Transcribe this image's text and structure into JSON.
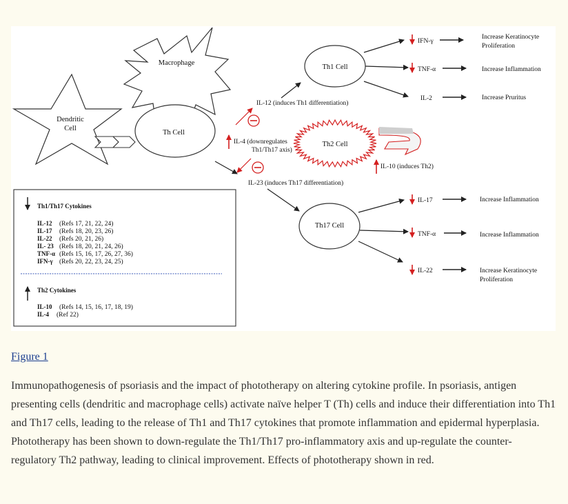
{
  "figure_link": "Figure 1",
  "caption": "Immunopathogenesis of psoriasis and the impact of phototherapy on altering cytokine profile. In psoriasis, antigen presenting cells (dendritic and macrophage cells) activate naïve helper T (Th) cells and induce their differentiation into Th1 and Th17 cells, leading to the release of Th1 and Th17 cytokines that promote inflammation and epidermal hyperplasia. Phototherapy has been shown to down-regulate the Th1/Th17 pro-inflammatory axis and up-regulate the counter-regulatory Th2 pathway, leading to clinical improvement. Effects of phototherapy shown in red.",
  "colors": {
    "effect_red": "#d42020",
    "line": "#222222",
    "page_bg": "#fdfbef"
  },
  "diagram": {
    "dendritic": [
      "Dendritic",
      "Cell"
    ],
    "macrophage": "Macrophage",
    "th_cell": "Th Cell",
    "th1_cell": "Th1 Cell",
    "th2_cell": "Th2 Cell",
    "th17_cell": "Th17 Cell",
    "il12_label": "IL-12 (induces Th1 differentiation)",
    "il4_label": [
      "IL-4 (downregulates",
      "Th1/Th17 axis)"
    ],
    "il23_label": "IL-23 (induces Th17 differentiation)",
    "il10_label": "IL-10 (induces Th2)",
    "th1_cytokines": [
      {
        "name": "IFN-γ",
        "effect": [
          "Increase Keratinocyte",
          "Proliferation"
        ],
        "down": true
      },
      {
        "name": "TNF-α",
        "effect": [
          "Increase Inflammation"
        ],
        "down": true
      },
      {
        "name": "IL-2",
        "effect": [
          "Increase Pruritus"
        ],
        "down": false
      }
    ],
    "th17_cytokines": [
      {
        "name": "IL-17",
        "effect": [
          "Increase Inflammation"
        ],
        "down": true
      },
      {
        "name": "TNF-α",
        "effect": [
          "Increase Inflammation"
        ],
        "down": true
      },
      {
        "name": "IL-22",
        "effect": [
          "Increase Keratinocyte",
          "Proliferation"
        ],
        "down": true
      }
    ]
  },
  "legend": {
    "th1_title": "Th1/Th17 Cytokines",
    "th1_items": [
      {
        "name": "IL-12",
        "refs": "(Refs 17, 21, 22, 24)"
      },
      {
        "name": "IL-17",
        "refs": "(Refs 18, 20, 23, 26)"
      },
      {
        "name": "IL-22",
        "refs": "(Refs 20, 21, 26)"
      },
      {
        "name": "IL- 23",
        "refs": "(Refs 18, 20, 21, 24, 26)"
      },
      {
        "name": "TNF-α",
        "refs": "(Refs 15, 16, 17, 26, 27, 36)"
      },
      {
        "name": "IFN-γ",
        "refs": "(Refs 20, 22, 23, 24, 25)"
      }
    ],
    "th2_title": "Th2 Cytokines",
    "th2_items": [
      {
        "name": "IL-10",
        "refs": "(Refs 14, 15, 16, 17, 18, 19)"
      },
      {
        "name": "IL-4",
        "refs": "(Ref 22)"
      }
    ]
  }
}
